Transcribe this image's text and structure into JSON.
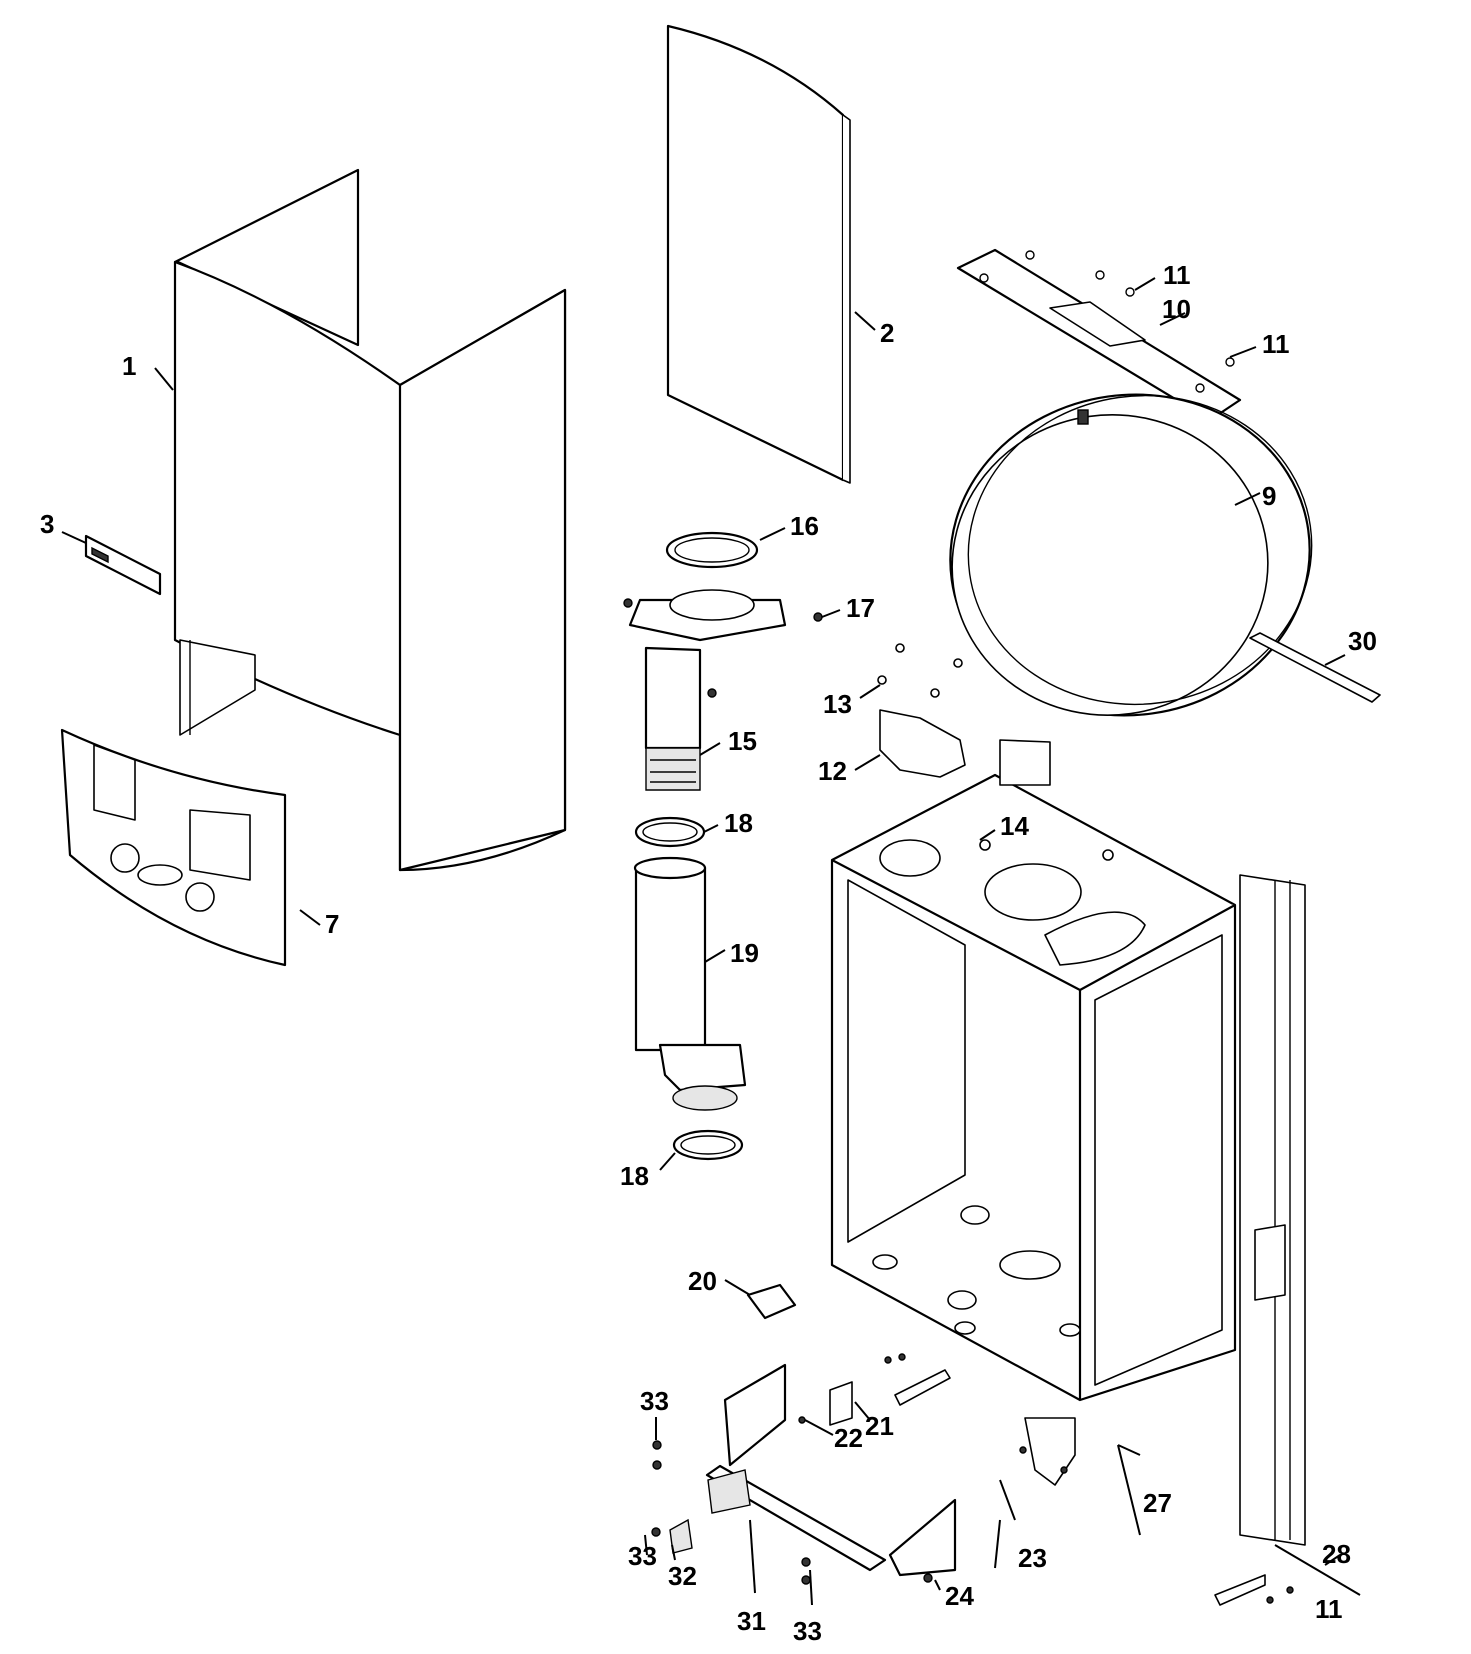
{
  "callouts": [
    {
      "id": "1",
      "label": "1"
    },
    {
      "id": "2",
      "label": "2"
    },
    {
      "id": "3",
      "label": "3"
    },
    {
      "id": "7",
      "label": "7"
    },
    {
      "id": "9",
      "label": "9"
    },
    {
      "id": "10",
      "label": "10"
    },
    {
      "id": "11a",
      "label": "11"
    },
    {
      "id": "11b",
      "label": "11"
    },
    {
      "id": "11c",
      "label": "11"
    },
    {
      "id": "12",
      "label": "12"
    },
    {
      "id": "13",
      "label": "13"
    },
    {
      "id": "14",
      "label": "14"
    },
    {
      "id": "15",
      "label": "15"
    },
    {
      "id": "16",
      "label": "16"
    },
    {
      "id": "17",
      "label": "17"
    },
    {
      "id": "18a",
      "label": "18"
    },
    {
      "id": "18b",
      "label": "18"
    },
    {
      "id": "19",
      "label": "19"
    },
    {
      "id": "20",
      "label": "20"
    },
    {
      "id": "21",
      "label": "21"
    },
    {
      "id": "22",
      "label": "22"
    },
    {
      "id": "23",
      "label": "23"
    },
    {
      "id": "24",
      "label": "24"
    },
    {
      "id": "27",
      "label": "27"
    },
    {
      "id": "28",
      "label": "28"
    },
    {
      "id": "30",
      "label": "30"
    },
    {
      "id": "31",
      "label": "31"
    },
    {
      "id": "32",
      "label": "32"
    },
    {
      "id": "33a",
      "label": "33"
    },
    {
      "id": "33b",
      "label": "33"
    },
    {
      "id": "33c",
      "label": "33"
    }
  ]
}
